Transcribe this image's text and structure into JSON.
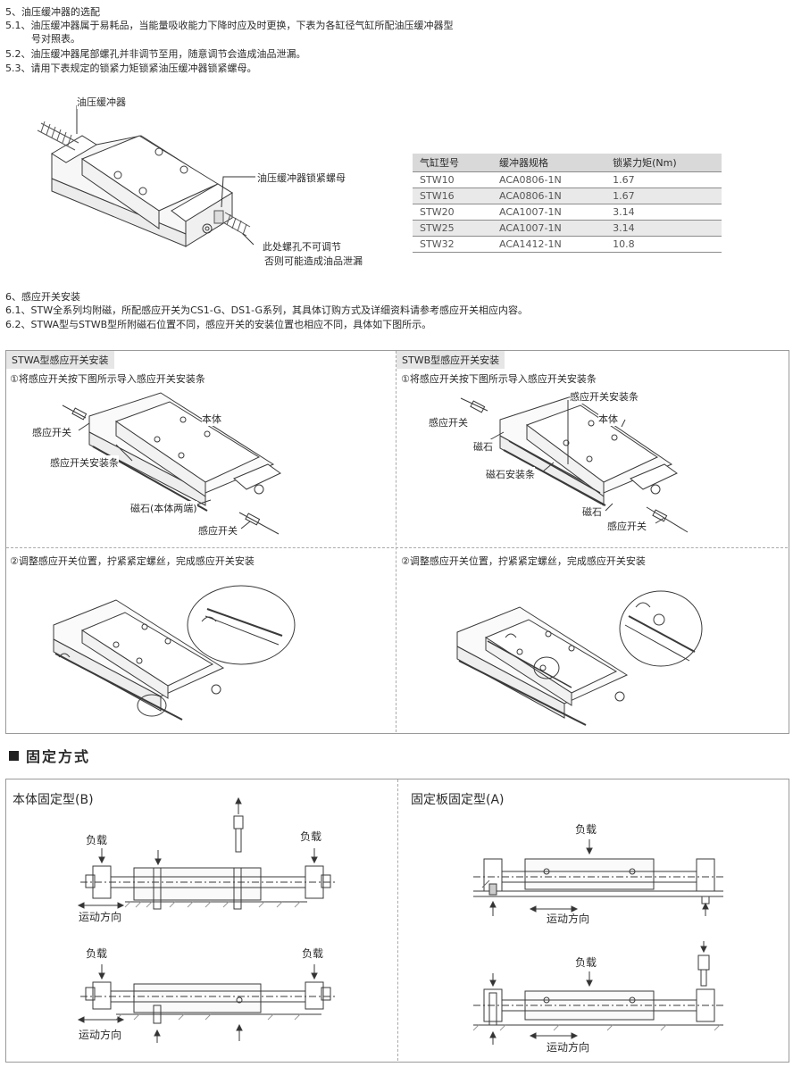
{
  "section5": {
    "lines": [
      "5、油压缓冲器的选配",
      "5.1、油压缓冲器属于易耗品，当能量吸收能力下降时应及时更换，下表为各缸径气缸所配油压缓冲器型",
      "号对照表。",
      "5.2、油压缓冲器尾部螺孔并非调节至用，随意调节会造成油品泄漏。",
      "5.3、请用下表规定的锁紧力矩锁紧油压缓冲器锁紧螺母。"
    ],
    "callouts": {
      "buffer": "油压缓冲器",
      "lock_nut": "油压缓冲器锁紧螺母",
      "no_adjust_1": "此处螺孔不可调节",
      "no_adjust_2": "否则可能造成油品泄漏"
    }
  },
  "spec_table": {
    "headers": [
      "气缸型号",
      "缓冲器规格",
      "锁紧力矩(Nm)"
    ],
    "rows": [
      [
        "STW10",
        "ACA0806-1N",
        "1.67"
      ],
      [
        "STW16",
        "ACA0806-1N",
        "1.67"
      ],
      [
        "STW20",
        "ACA1007-1N",
        "3.14"
      ],
      [
        "STW25",
        "ACA1007-1N",
        "3.14"
      ],
      [
        "STW32",
        "ACA1412-1N",
        "10.8"
      ]
    ]
  },
  "section6": {
    "lines": [
      "6、感应开关安装",
      "6.1、STW全系列均附磁，所配感应开关为CS1-G、DS1-G系列，其具体订购方式及详细资料请参考感应开关相应内容。",
      "6.2、STWA型与STWB型所附磁石位置不同，感应开关的安装位置也相应不同，具体如下图所示。"
    ]
  },
  "stwa": {
    "tag": "STWA型感应开关安装",
    "step1": "①将感应开关按下图所示导入感应开关安装条",
    "step2": "②调整感应开关位置，拧紧紧定螺丝，完成感应开关安装",
    "labels": {
      "switch_top": "感应开关",
      "body": "本体",
      "rail": "感应开关安装条",
      "magnet": "磁石(本体两端)",
      "switch_bottom": "感应开关"
    }
  },
  "stwb": {
    "tag": "STWB型感应开关安装",
    "step1": "①将感应开关按下图所示导入感应开关安装条",
    "step2": "②调整感应开关位置，拧紧紧定螺丝，完成感应开关安装",
    "labels": {
      "rail": "感应开关安装条",
      "body": "本体",
      "switch_top": "感应开关",
      "magnet_top": "磁石",
      "magnet_rail": "磁石安装条",
      "magnet_bottom": "磁石",
      "switch_bottom": "感应开关"
    }
  },
  "mounting": {
    "title": "固定方式",
    "type_b": "本体固定型(B)",
    "type_a": "固定板固定型(A)",
    "load": "负载",
    "motion": "运动方向"
  },
  "colors": {
    "line": "#3a3a3a",
    "table_header": "#d9d9d9",
    "table_stripe": "#e9e9e9",
    "tag_bg": "#e6e6e6"
  }
}
